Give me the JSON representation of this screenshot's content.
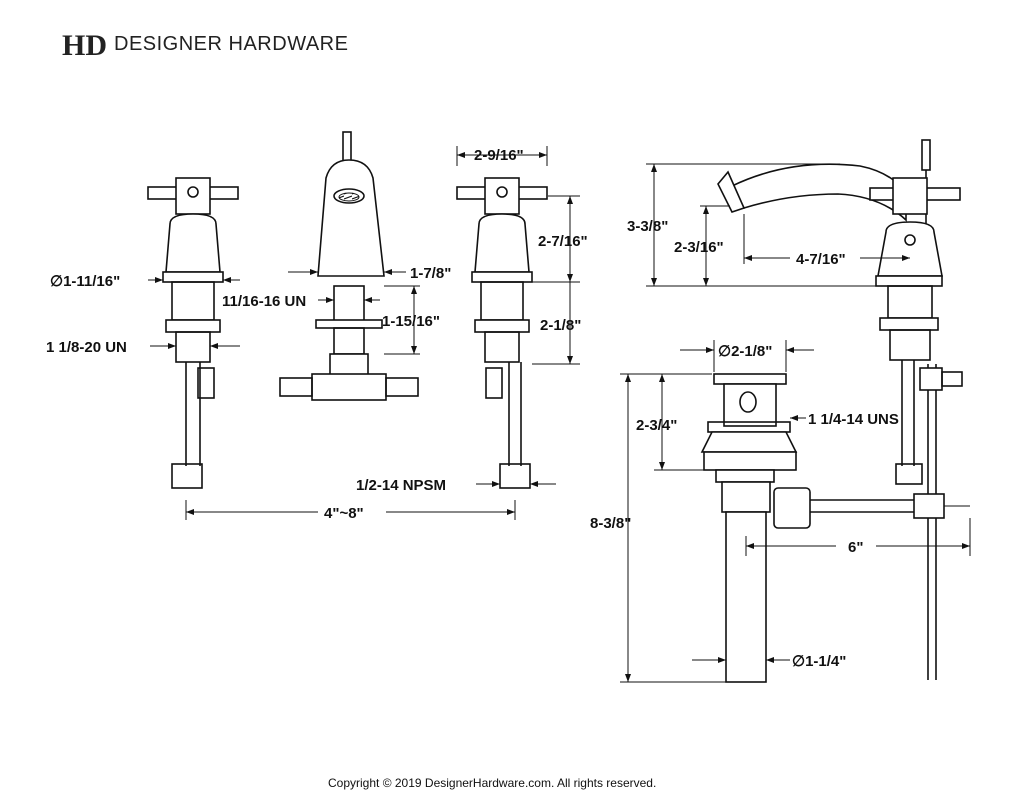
{
  "header": {
    "logo_mark": "HD",
    "brand_name": "DESIGNER HARDWARE"
  },
  "dimensions": {
    "handle_diameter": "∅1-11/16\"",
    "stem_thread": "11/16-16 UN",
    "valve_thread": "1 1/8-20 UN",
    "spout_width": "1-7/8\"",
    "spout_shank": "1-15/16\"",
    "handle_width": "2-9/16\"",
    "handle_height": "2-7/16\"",
    "valve_shank": "2-1/8\"",
    "supply_thread": "1/2-14 NPSM",
    "centers": "4\"~8\"",
    "spout_height": "3-3/8\"",
    "spout_outlet_height": "2-3/16\"",
    "spout_reach": "4-7/16\"",
    "drain_flange_dia": "∅2-1/8\"",
    "drain_body_height": "2-3/4\"",
    "drain_thread": "1 1/4-14 UNS",
    "drain_total_height": "8-3/8\"",
    "pop_up_rod_length": "6\"",
    "tailpiece_dia": "∅1-1/4\""
  },
  "footer": {
    "copyright": "Copyright © 2019 DesignerHardware.com. All rights reserved."
  }
}
